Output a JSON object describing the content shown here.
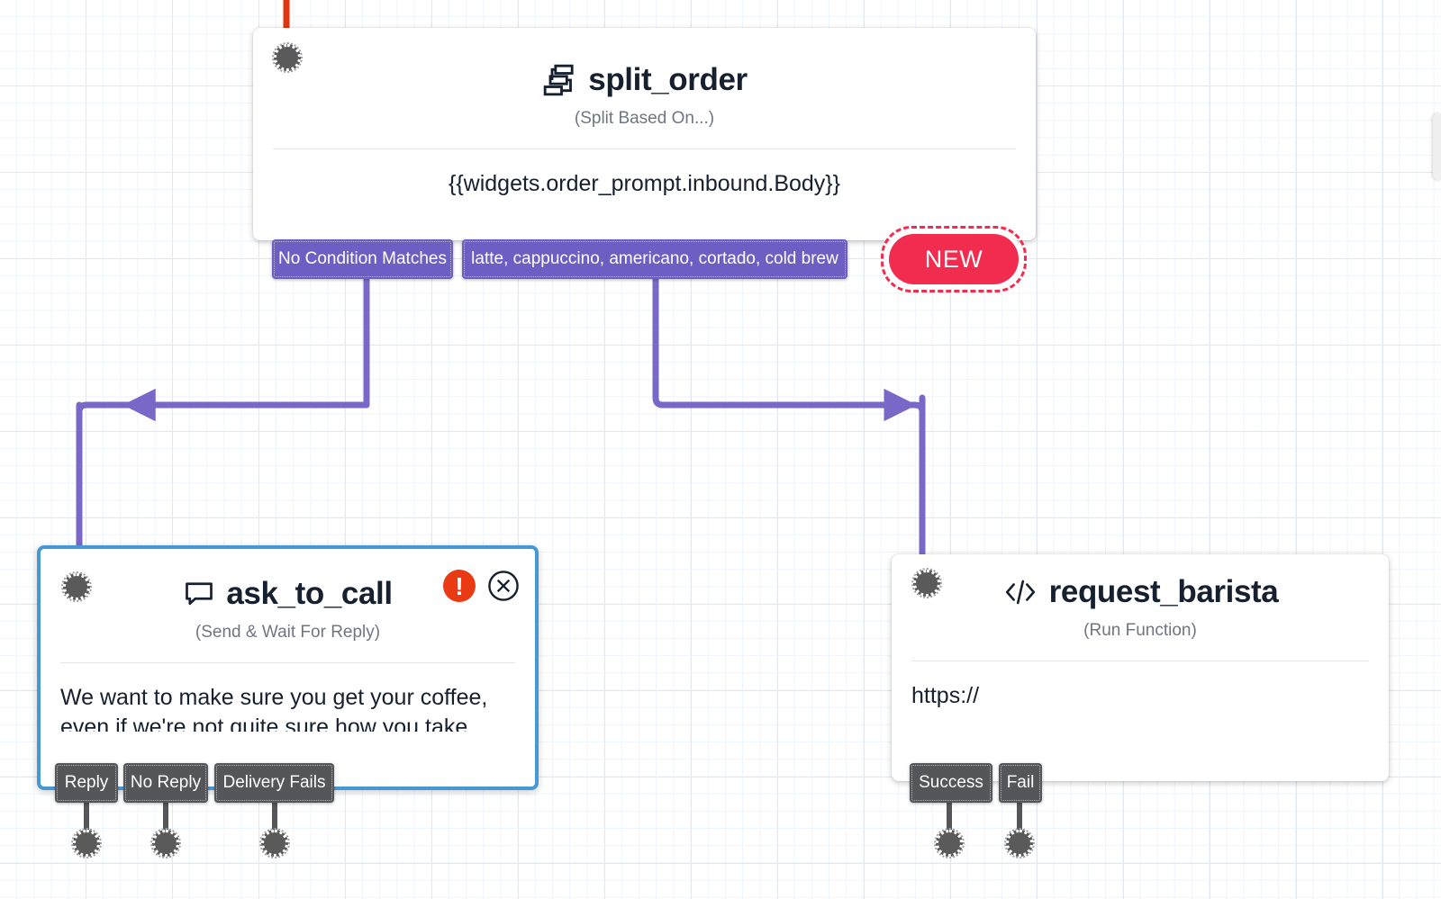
{
  "canvas": {
    "grid_color_minor": "#eef5fc",
    "grid_color_major": "#dce9f7",
    "background": "#ffffff"
  },
  "colors": {
    "transition_purple": "#6b5fc4",
    "transition_gray": "#555659",
    "edge_purple": "#7a68c9",
    "edge_red": "#e0350f",
    "selection_blue": "#4697d6",
    "new_badge_red": "#f22c4e",
    "error_red": "#ea3a14",
    "handle_gray": "#5a5a5a"
  },
  "nodes": [
    {
      "id": "split_order",
      "icon": "split-flow-icon",
      "title": "split_order",
      "subtitle": "(Split Based On...)",
      "body": "{{widgets.order_prompt.inbound.Body}}",
      "selected": false,
      "transitions": [
        {
          "label": "No Condition Matches",
          "style": "purple"
        },
        {
          "label": "latte, cappuccino, americano, cortado, cold brew",
          "style": "purple"
        }
      ],
      "badge": "NEW"
    },
    {
      "id": "ask_to_call",
      "icon": "speech-bubble-icon",
      "title": "ask_to_call",
      "subtitle": "(Send & Wait For Reply)",
      "body": "We want to make sure you get your coffee, even if we're not quite sure how you take",
      "selected": true,
      "status_icons": [
        "error-icon",
        "close-icon"
      ],
      "transitions": [
        {
          "label": "Reply",
          "style": "gray"
        },
        {
          "label": "No Reply",
          "style": "gray"
        },
        {
          "label": "Delivery Fails",
          "style": "gray"
        }
      ]
    },
    {
      "id": "request_barista",
      "icon": "code-brackets-icon",
      "title": "request_barista",
      "subtitle": "(Run Function)",
      "body": "https://",
      "selected": false,
      "transitions": [
        {
          "label": "Success",
          "style": "gray"
        },
        {
          "label": "Fail",
          "style": "gray"
        }
      ]
    }
  ]
}
